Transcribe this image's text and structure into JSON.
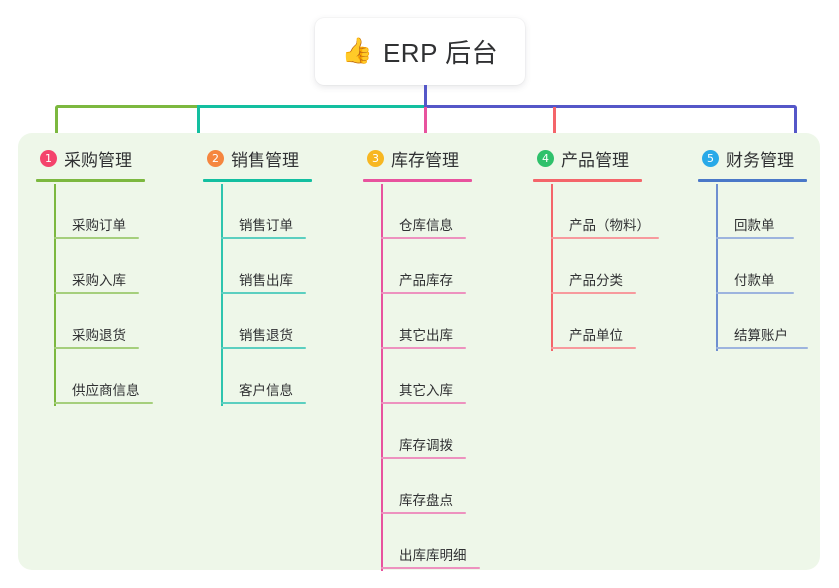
{
  "root": {
    "icon": "thumbs-up-icon",
    "emoji": "👍",
    "title": "ERP 后台"
  },
  "colors": {
    "panel_bg": "#eef7e9",
    "page_bg": "#ffffff",
    "text": "#303133",
    "stem_blue": "#5557c8",
    "green": "#7cb83f",
    "teal": "#13bfa0",
    "pink": "#e8539e",
    "red": "#f4656a",
    "blue": "#6f8fd0",
    "badge1": "#f4436c",
    "badge2": "#f5863f",
    "badge3": "#f7b722",
    "badge4": "#2fc16b",
    "badge5": "#28a9e8"
  },
  "columns": [
    {
      "number": "1",
      "label": "采购管理",
      "badge_color": "#f4436c",
      "line_color": "#7cb83f",
      "items": [
        "采购订单",
        "采购入库",
        "采购退货",
        "供应商信息"
      ]
    },
    {
      "number": "2",
      "label": "销售管理",
      "badge_color": "#f5863f",
      "line_color": "#13bfa0",
      "items": [
        "销售订单",
        "销售出库",
        "销售退货",
        "客户信息"
      ]
    },
    {
      "number": "3",
      "label": "库存管理",
      "badge_color": "#f7b722",
      "line_color": "#e8539e",
      "items": [
        "仓库信息",
        "产品库存",
        "其它出库",
        "其它入库",
        "库存调拨",
        "库存盘点",
        "出库库明细"
      ]
    },
    {
      "number": "4",
      "label": "产品管理",
      "badge_color": "#2fc16b",
      "line_color": "#f4656a",
      "items": [
        "产品（物料）",
        "产品分类",
        "产品单位"
      ]
    },
    {
      "number": "5",
      "label": "财务管理",
      "badge_color": "#28a9e8",
      "line_color": "#6f8fd0",
      "items": [
        "回款单",
        "付款单",
        "结算账户"
      ]
    }
  ]
}
